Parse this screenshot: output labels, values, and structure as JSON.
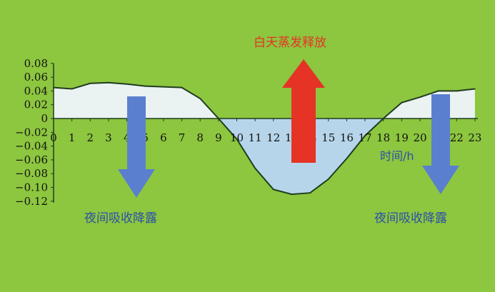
{
  "chart_data": {
    "type": "area",
    "x": [
      0,
      1,
      2,
      3,
      4,
      5,
      6,
      7,
      8,
      9,
      10,
      11,
      12,
      13,
      14,
      15,
      16,
      17,
      18,
      19,
      20,
      21,
      22,
      23
    ],
    "values": [
      0.045,
      0.043,
      0.051,
      0.052,
      0.05,
      0.047,
      0.046,
      0.045,
      0.029,
      0.0,
      -0.03,
      -0.072,
      -0.103,
      -0.11,
      -0.108,
      -0.088,
      -0.058,
      -0.025,
      0.0,
      0.023,
      0.031,
      0.04,
      0.04,
      0.043
    ],
    "ylim": [
      -0.12,
      0.08
    ],
    "yticks": [
      "0.08",
      "0.06",
      "0.04",
      "0.02",
      "0",
      "−0.02",
      "−0.04",
      "−0.06",
      "−0.08",
      "−0.10",
      "−0.12"
    ],
    "ytick_values": [
      0.08,
      0.06,
      0.04,
      0.02,
      0,
      -0.02,
      -0.04,
      -0.06,
      -0.08,
      -0.1,
      -0.12
    ],
    "xticks": [
      "0",
      "1",
      "2",
      "3",
      "4",
      "5",
      "6",
      "7",
      "8",
      "9",
      "10",
      "11",
      "12",
      "13",
      "14",
      "15",
      "16",
      "17",
      "18",
      "19",
      "20",
      "21",
      "22",
      "23"
    ],
    "xlabel": "时间/h",
    "ylabel": "",
    "grid": false,
    "annotations": {
      "release": "白天蒸发释放",
      "absorb_left": "夜间吸收降露",
      "absorb_right": "夜间吸收降露"
    },
    "colors": {
      "background": "#8dc63f",
      "positive_fill": "#eaf2f2",
      "negative_fill": "#b7d5ea",
      "line": "#1f3d1f",
      "up_arrow": "#e53325",
      "down_arrow": "#5b7fcf",
      "release_text": "#e53325",
      "absorb_text": "#2b4fa8"
    }
  }
}
